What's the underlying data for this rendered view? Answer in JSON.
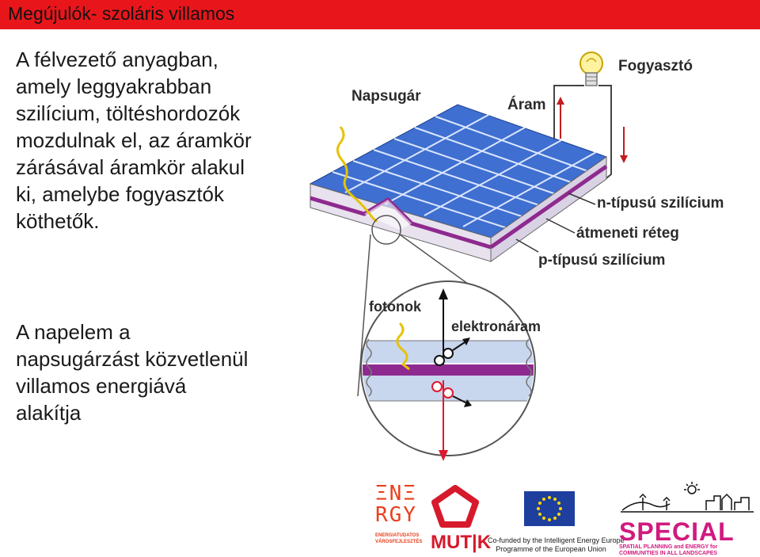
{
  "slide": {
    "title": "Megújulók- szoláris villamos",
    "paragraph1": [
      "A félvezető anyagban,",
      "amely leggyakrabban",
      "szilícium, töltéshordozók",
      "mozdulnak el, az áramkör",
      "zárásával áramkör alakul",
      "ki, amelybe fogyasztók",
      "köthetők."
    ],
    "paragraph2": [
      "A napelem a",
      "napsugárzást közvetlenül",
      "villamos energiává",
      "alakítja"
    ]
  },
  "diagram": {
    "labels": {
      "napsugar": "Napsugár",
      "aram": "Áram",
      "fogyaszto": "Fogyasztó",
      "n_tipusu": "n-típusú szilícium",
      "atmeneti": "átmeneti réteg",
      "p_tipusu": "p-típusú szilícium",
      "fotonok": "fotonok",
      "elektronaram": "elektronáram"
    },
    "icons": [
      "lightbulb-icon",
      "sun-ray-icon",
      "electron-icon",
      "hole-icon"
    ]
  },
  "footer": {
    "energy_logo": {
      "line1": "ΞNΞ",
      "line2": "RGY",
      "sub1": "ENERGIATUDATOS",
      "sub2": "VÁROSFEJLESZTÉS"
    },
    "mutk_logo": {
      "text": "MUT|K"
    },
    "eu_logo": {
      "line1": "Co-funded by the Intelligent Energy Europe",
      "line2": "Programme of the European Union"
    },
    "special_logo": {
      "title": "SPECIAL",
      "line1": "SPATIAL PLANNING and ENERGY for",
      "line2": "COMMUNITIES IN ALL LANDSCAPES"
    }
  },
  "colors": {
    "title_bar": "#e8161b",
    "panel_blue": "#2a5bc4",
    "junction_purple": "#8e2a8f",
    "label_text": "#2b2b2b"
  }
}
